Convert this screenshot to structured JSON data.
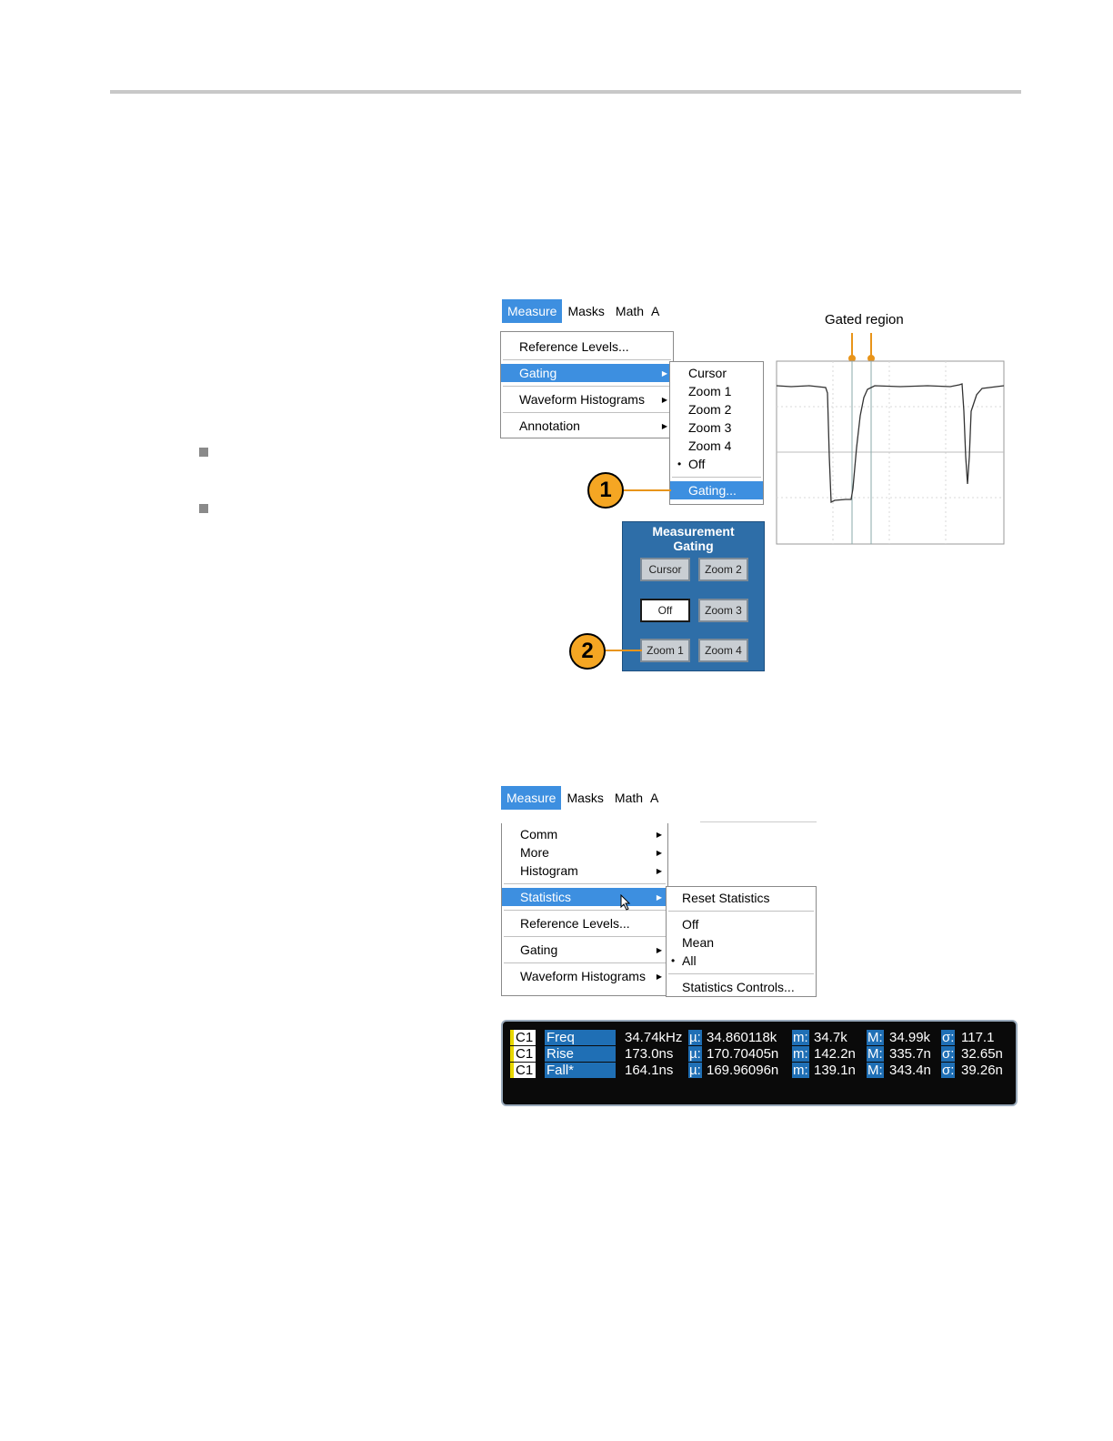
{
  "menubar1": {
    "items": [
      "Measure",
      "Masks",
      "Math",
      "A"
    ]
  },
  "measure_menu1": {
    "items": [
      "Reference Levels...",
      "Gating",
      "Waveform Histograms",
      "Annotation"
    ]
  },
  "gating_submenu": {
    "items": [
      "Cursor",
      "Zoom 1",
      "Zoom 2",
      "Zoom 3",
      "Zoom 4",
      "Off",
      "Gating..."
    ],
    "selected": "Off"
  },
  "callouts": [
    "1",
    "2"
  ],
  "waveform": {
    "label": "Gated region"
  },
  "gating_panel": {
    "title_line1": "Measurement",
    "title_line2": "Gating",
    "buttons": [
      "Cursor",
      "Zoom 2",
      "Off",
      "Zoom 3",
      "Zoom 1",
      "Zoom 4"
    ],
    "selected": "Off"
  },
  "menubar2": {
    "items": [
      "Measure",
      "Masks",
      "Math",
      "A"
    ]
  },
  "measure_menu2": {
    "items": [
      "Comm",
      "More",
      "Histogram",
      "Statistics",
      "Reference Levels...",
      "Gating",
      "Waveform Histograms"
    ]
  },
  "statistics_submenu": {
    "items": [
      "Reset Statistics",
      "Off",
      "Mean",
      "All",
      "Statistics Controls..."
    ],
    "selected": "All"
  },
  "stats_readout": {
    "labels": {
      "mean": "µ:",
      "min": "m:",
      "max": "M:",
      "sd": "σ:"
    },
    "rows": [
      {
        "channel": "C1",
        "name": "Freq",
        "value": "34.74kHz",
        "mean": "34.860118k",
        "min": "34.7k",
        "max": "34.99k",
        "sd": "117.1"
      },
      {
        "channel": "C1",
        "name": "Rise",
        "value": "173.0ns",
        "mean": "170.70405n",
        "min": "142.2n",
        "max": "335.7n",
        "sd": "32.65n"
      },
      {
        "channel": "C1",
        "name": "Fall*",
        "value": "164.1ns",
        "mean": "169.96096n",
        "min": "139.1n",
        "max": "343.4n",
        "sd": "39.26n"
      }
    ]
  },
  "colors": {
    "menu_highlight": "#3d8fe0",
    "panel": "#2e6ea8",
    "callout": "#f5a623",
    "readout_label": "#1f6fb5"
  }
}
